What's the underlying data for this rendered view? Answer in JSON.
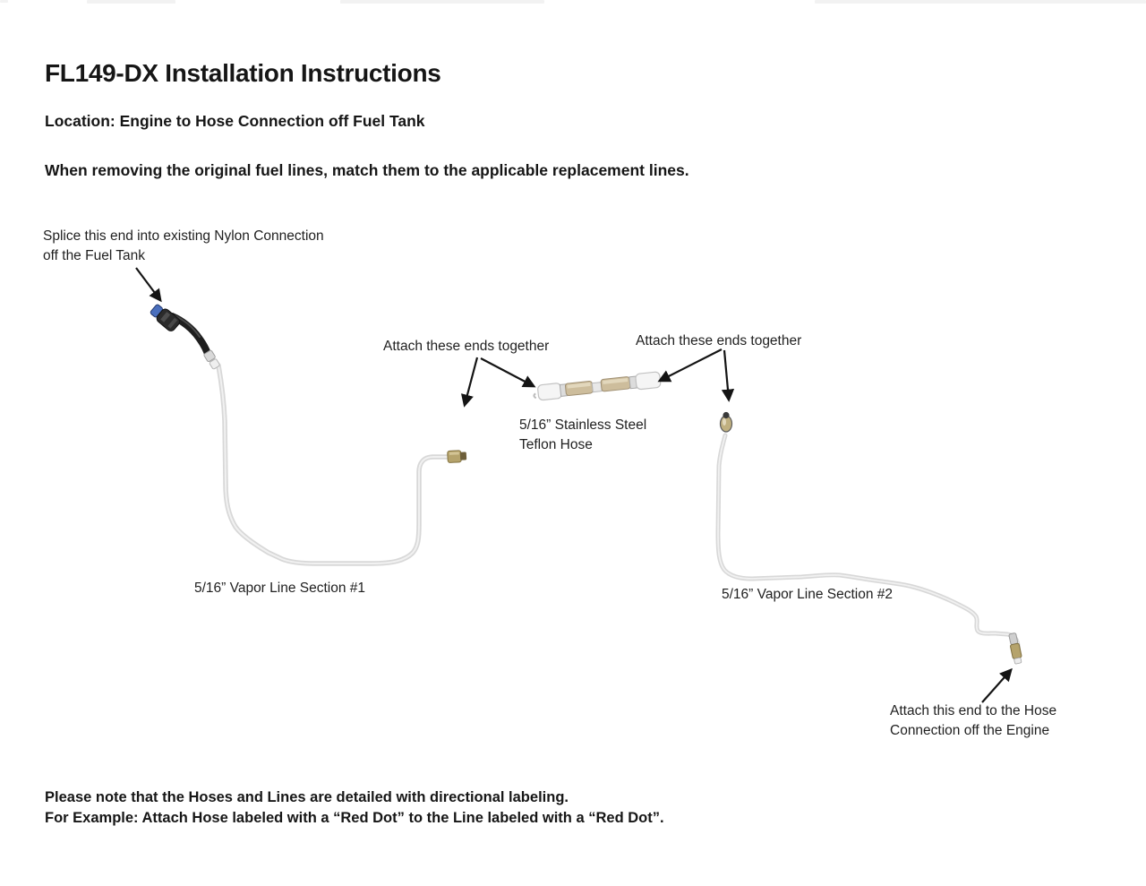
{
  "header": {
    "title": "FL149-DX Installation Instructions",
    "location": "Location: Engine to Hose Connection off Fuel Tank",
    "instruction": "When removing the original fuel lines, match them to the applicable replacement lines."
  },
  "diagram": {
    "splice_note": [
      "Splice this end into existing Nylon Connection",
      "off the Fuel Tank"
    ],
    "attach_label_1": "Attach these ends together",
    "attach_label_2": "Attach these ends together",
    "teflon_hose_label": [
      "5/16” Stainless Steel",
      "Teflon Hose"
    ],
    "vapor_line_1_label": "5/16” Vapor Line Section #1",
    "vapor_line_2_label": "5/16” Vapor Line Section #2",
    "engine_note": [
      "Attach this end to the Hose",
      "Connection off the Engine"
    ],
    "parts": {
      "fuel_tank_connector": "nylon-quick-connector",
      "line1": "vapor-line-section-1",
      "line1_end_fitting": "brass-fitting",
      "teflon_hose": "stainless-steel-teflon-hose",
      "line2_top_fitting": "brass-flare-fitting",
      "line2": "vapor-line-section-2",
      "line2_end_fitting": "engine-end-fitting"
    }
  },
  "footer": {
    "note_line_1": "Please note that the Hoses and Lines are detailed with directional labeling.",
    "note_line_2": "For Example: Attach Hose labeled with a “Red Dot” to the Line labeled with a “Red Dot”."
  },
  "colors": {
    "connector_blue": "#4a6fbd",
    "hose_black": "#1e1e1e",
    "line_gray": "#d8d8d8",
    "line_highlight": "#f1f1f1",
    "brass": "#b5a36c",
    "braid_tan": "#cdbd9c",
    "arrow_black": "#141414"
  }
}
